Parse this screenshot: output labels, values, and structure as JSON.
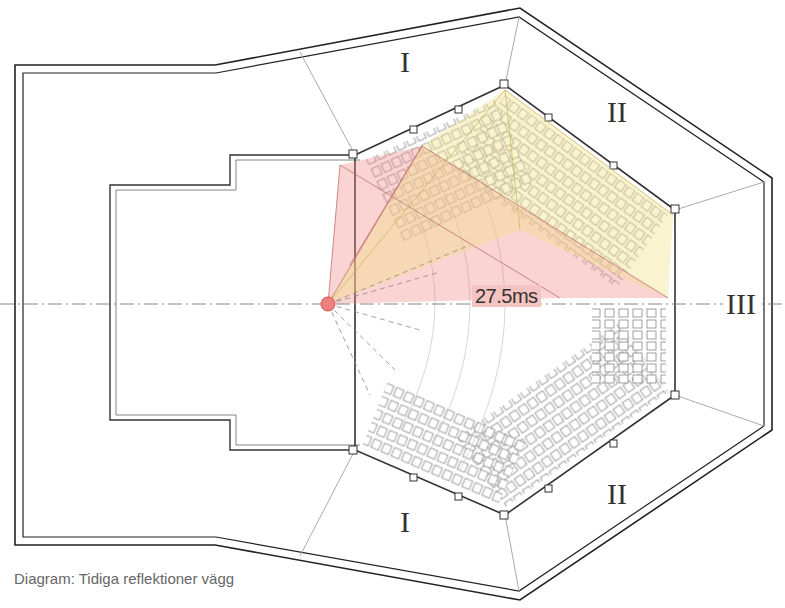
{
  "diagram": {
    "caption": "Diagram: Tidiga reflektioner vägg",
    "labels": [
      "I",
      "II",
      "27.5ms",
      "III",
      "I",
      "II"
    ]
  }
}
